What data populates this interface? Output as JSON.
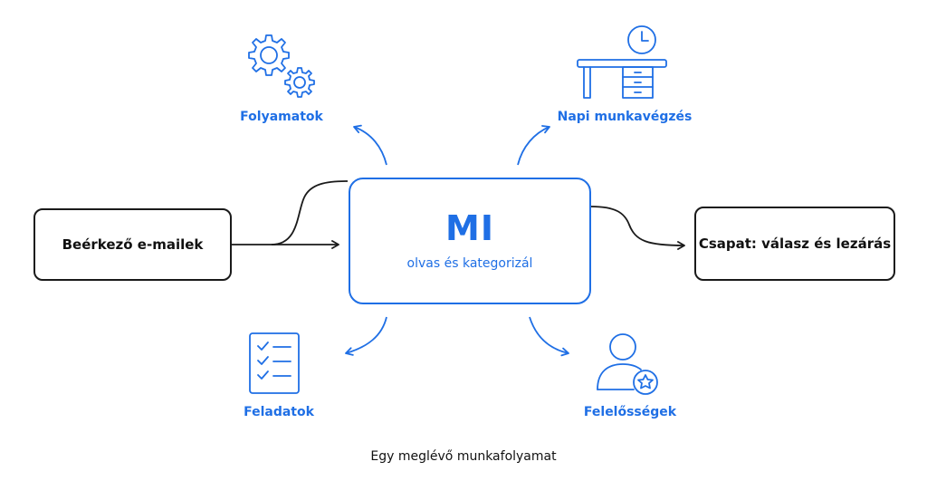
{
  "input_box": {
    "label": "Beérkező e-mailek"
  },
  "center": {
    "title": "MI",
    "subtitle": "olvas és kategorizál"
  },
  "output_box": {
    "label": "Csapat: válasz és lezárás"
  },
  "branches": {
    "top_left": {
      "label": "Folyamatok",
      "icon": "gears-icon"
    },
    "top_right": {
      "label": "Napi munkavégzés",
      "icon": "desk-clock-icon"
    },
    "bottom_left": {
      "label": "Feladatok",
      "icon": "checklist-icon"
    },
    "bottom_right": {
      "label": "Felelősségek",
      "icon": "person-star-icon"
    }
  },
  "caption": "Egy meglévő munkafolyamat",
  "colors": {
    "accent": "#1f6fe5",
    "ink": "#1a1a1a"
  }
}
